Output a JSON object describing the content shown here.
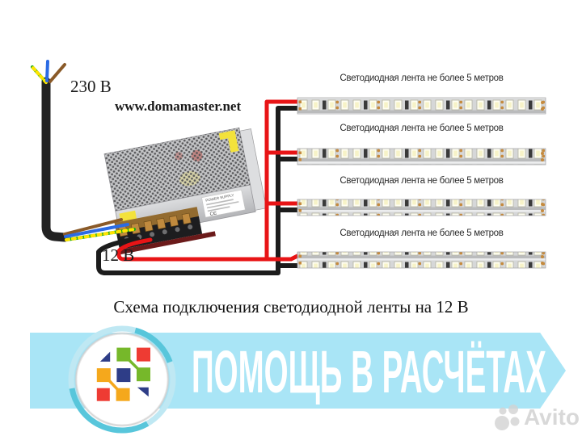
{
  "diagram": {
    "input_voltage_label": "230 В",
    "output_voltage_label": "12 В",
    "website": "www.domamaster.net",
    "caption": "Схема подключения светодиодной ленты на 12 В",
    "psu_label": "POWER SUPPLY",
    "strips": [
      {
        "label": "Светодиодная лента не более 5 метров"
      },
      {
        "label": "Светодиодная лента не более 5 метров"
      },
      {
        "label": "Светодиодная лента не более 5 метров"
      },
      {
        "label": "Светодиодная лента не более 5 метров"
      }
    ],
    "wire_colors": {
      "positive": "#e81416",
      "negative": "#1c1c1c",
      "phase": "#8a5a28",
      "neutral": "#2b6be4",
      "ground_green": "#17a817",
      "ground_yellow": "#ffe400"
    }
  },
  "banner": {
    "text": "ПОМОЩЬ В РАСЧЁТАХ",
    "background": "#a9e5f6",
    "text_color": "#ffffff"
  },
  "watermark": {
    "text": "Avito"
  }
}
